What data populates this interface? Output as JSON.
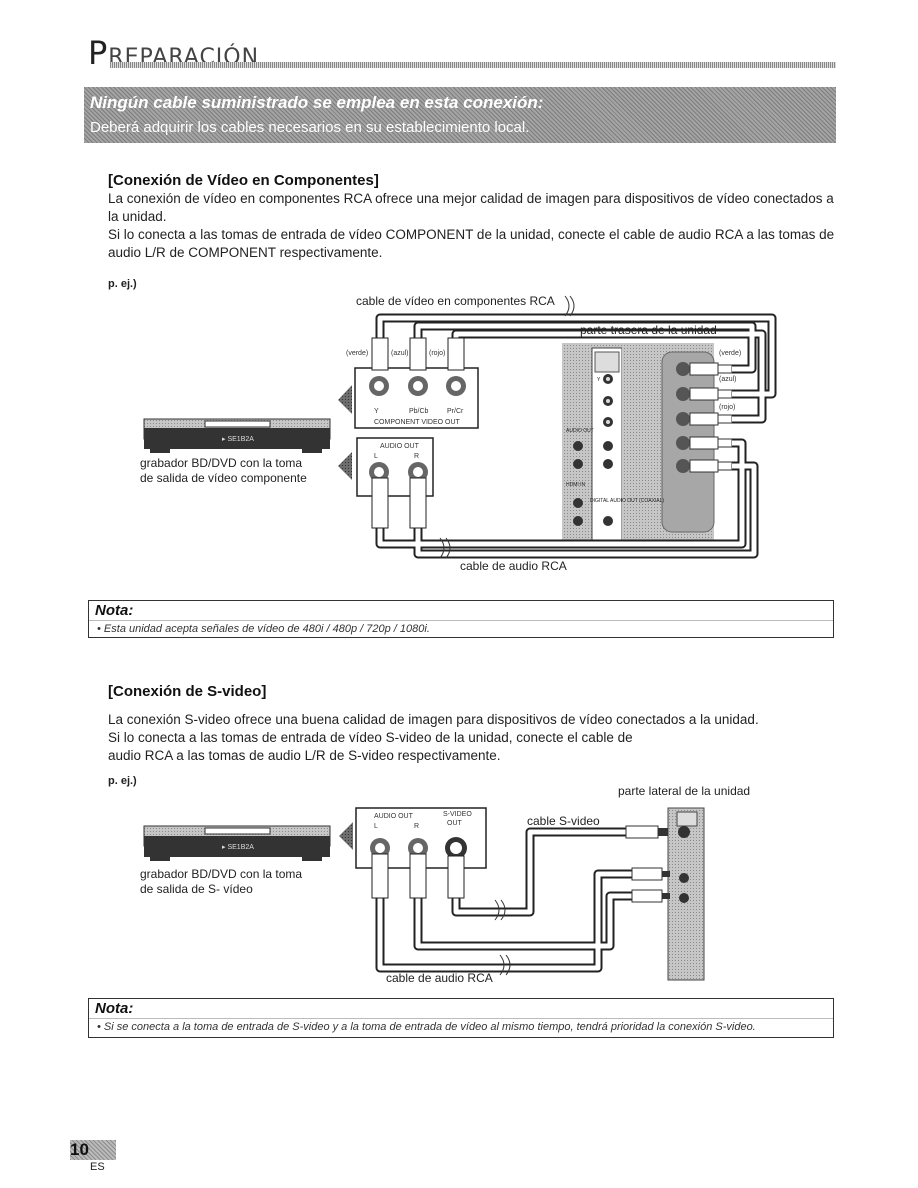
{
  "header": {
    "title_first": "P",
    "title_rest": "REPARACIÓN"
  },
  "banner": {
    "title": "Ningún cable suministrado se emplea en esta conexión:",
    "subtitle": "Deberá adquirir los cables necesarios en su establecimiento local."
  },
  "component": {
    "title": "[Conexión de Vídeo en Componentes]",
    "para1": "La conexión de vídeo en componentes RCA ofrece una mejor calidad de imagen para dispositivos de vídeo conectados a la unidad.",
    "para2": "Si lo conecta a las tomas de entrada de vídeo COMPONENT de la unidad, conecte el cable de audio RCA a las tomas de audio L/R de COMPONENT respectivamente.",
    "example_label": "p. ej.)",
    "diagram": {
      "cable_video_label": "cable de vídeo en componentes RCA",
      "rear_label": "parte trasera de la unidad",
      "green": "(verde)",
      "blue": "(azul)",
      "red": "(rojo)",
      "y": "Y",
      "pbcb": "Pb/Cb",
      "prcr": "Pr/Cr",
      "component_video_out": "COMPONENT VIDEO OUT",
      "audio_out": "AUDIO OUT",
      "l": "L",
      "r": "R",
      "recorder_label_1": "grabador BD/DVD con la toma",
      "recorder_label_2": "de salida de vídeo componente",
      "cable_audio_label": "cable de audio RCA",
      "tv_green": "(verde)",
      "tv_blue": "(azul)",
      "tv_red": "(rojo)",
      "tv_audio_out": "AUDIO OUT",
      "tv_hdmi_in": "HDMI IN",
      "tv_digital": "DIGITAL AUDIO OUT (COAXIAL)",
      "display_text": "▸ SE1B2A"
    }
  },
  "note1": {
    "title": "Nota:",
    "text": "Esta unidad acepta señales de vídeo de 480i / 480p / 720p / 1080i."
  },
  "svideo": {
    "title": "[Conexión de S-video]",
    "para1": "La conexión S-video ofrece una buena calidad de imagen para dispositivos de vídeo conectados a la unidad.",
    "para2": "Si lo conecta a las tomas de entrada de vídeo S-video de la unidad, conecte el cable de",
    "para3": "audio RCA a las tomas de audio L/R de S-video respectivamente.",
    "example_label": "p. ej.)",
    "diagram": {
      "side_label": "parte lateral de la unidad",
      "audio_out": "AUDIO OUT",
      "svideo_out_1": "S-VIDEO",
      "svideo_out_2": "OUT",
      "l": "L",
      "r": "R",
      "cable_svideo_label": "cable S-video",
      "recorder_label_1": "grabador BD/DVD con la toma",
      "recorder_label_2": "de salida de S- vídeo",
      "cable_audio_label": "cable de audio RCA",
      "display_text": "▸ SE1B2A"
    }
  },
  "note2": {
    "title": "Nota:",
    "text": "Si se conecta a la toma de entrada de S-video y a la toma de entrada de vídeo al mismo tiempo, tendrá prioridad la conexión S-video."
  },
  "footer": {
    "page_number": "10",
    "language": "ES"
  }
}
